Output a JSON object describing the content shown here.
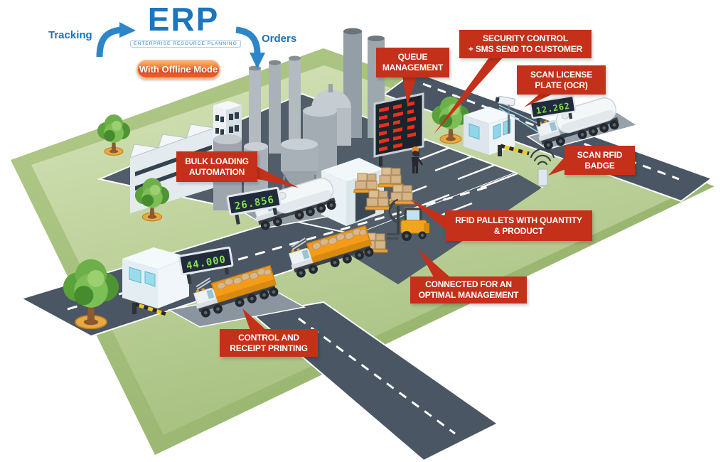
{
  "header": {
    "tracking_label": "Tracking",
    "orders_label": "Orders",
    "logo": {
      "brand": "ERP",
      "subtitle": "ENTERPRISE RESOURCE PLANNING"
    },
    "offline_badge": "With Offline Mode"
  },
  "callouts": {
    "queue": {
      "line1": "QUEUE",
      "line2": "MANAGEMENT"
    },
    "security": {
      "line1": "SECURITY CONTROL",
      "line2": "+ SMS SEND TO CUSTOMER"
    },
    "license": {
      "line1": "SCAN LICENSE",
      "line2": "PLATE (OCR)"
    },
    "rfid_badge": {
      "line1": "SCAN RFID",
      "line2": "BADGE"
    },
    "bulk": {
      "line1": "BULK LOADING",
      "line2": "AUTOMATION"
    },
    "pallets": {
      "line1": "RFID PALLETS WITH QUANTITY",
      "line2": "& PRODUCT"
    },
    "connected": {
      "line1": "CONNECTED FOR AN",
      "line2": "OPTIMAL MANAGEMENT"
    },
    "receipt": {
      "line1": "CONTROL AND",
      "line2": "RECEIPT PRINTING"
    }
  },
  "displays": {
    "entrance_weight": "12.262",
    "bulk_weight": "26.856",
    "exit_weight": "44.000"
  },
  "colors": {
    "callout_red": "#C5301A",
    "erp_blue": "#1B75BC",
    "offline_orange": "#EB5A22",
    "led_green": "#7FE24C"
  }
}
